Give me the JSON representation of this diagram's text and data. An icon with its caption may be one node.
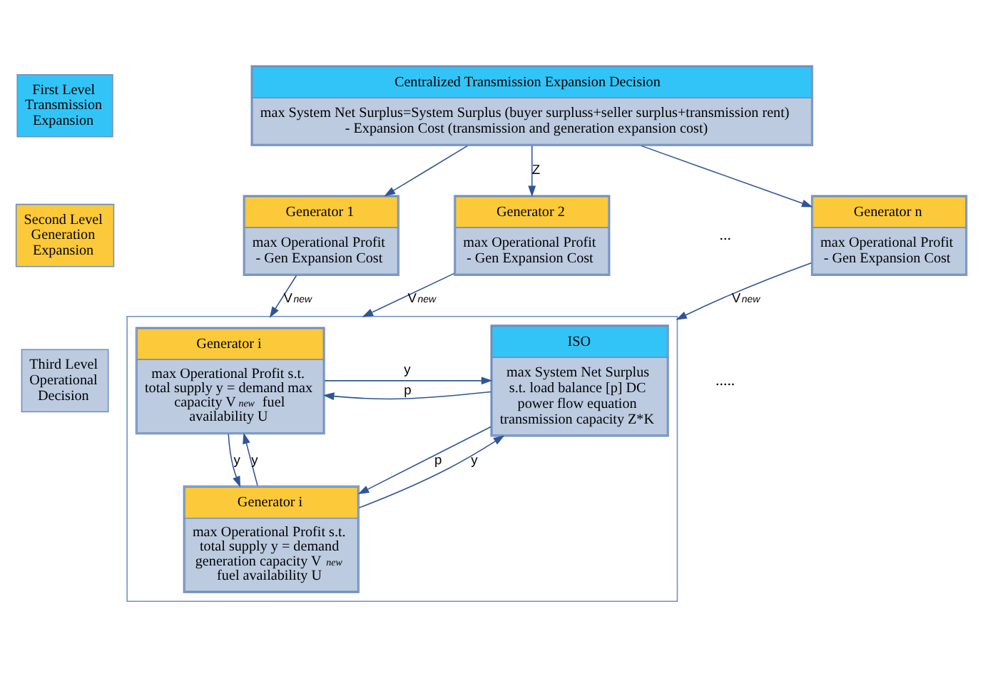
{
  "diagram": {
    "nodes": [
      {
        "text": [
          "First Level Transmission Expansion"
        ]
      },
      {
        "text": [
          "Second Level Generation Expansion"
        ]
      },
      {
        "text": [
          "Third Level Operational Decision"
        ]
      },
      {
        "text": [
          "Centralized Transmission Expansion Decision",
          "max System Net Surplus=System Surplus (buyer surpluss+seller surplus+transmission rent) - Expansion Cost (transmission and generation expansion cost)"
        ]
      },
      {
        "text": [
          "Generator 1",
          "max Operational Profit - Gen Expansion Cost"
        ]
      },
      {
        "text": [
          "Generator 2",
          "max Operational Profit - Gen Expansion Cost"
        ]
      },
      {
        "text": [
          "Generator n",
          "max Operational Profit - Gen Expansion Cost"
        ]
      },
      {
        "text": [],
        "shape": "box"
      },
      {
        "text": [
          "Generator i",
          "max Operational Profit s.t. total supply y = demand max capacity V$^{new}$ fuel availability U"
        ],
        "in": 7
      },
      {
        "text": [
          "ISO",
          "max System Net Surplus s.t. load balance [p] DC power flow equation transmission capacity Z*K"
        ],
        "in": 7
      },
      {
        "text": [
          "Generator i",
          "max Operational Profit s.t. total supply y = demand generation capacity V$^{new}$ fuel availability U"
        ],
        "in": 7
      }
    ],
    "edges": [
      {
        "from": 3,
        "to": 4,
        "arrow": "to"
      },
      {
        "from": 3,
        "to": 5,
        "arrow": "to",
        "label": "Z"
      },
      {
        "from": 3,
        "to": 6,
        "arrow": "to"
      },
      {
        "from": 4,
        "to": 7,
        "arrow": "to",
        "label": "V$^{new}$"
      },
      {
        "from": 5,
        "to": 7,
        "arrow": "to",
        "label": "V$^{new}$"
      },
      {
        "from": 6,
        "to": 7,
        "arrow": "to",
        "label": "V$^{new}$"
      },
      {
        "from": 8,
        "to": 9,
        "arrow": "to",
        "label": "y"
      },
      {
        "from": 9,
        "to": 8,
        "arrow": "to",
        "label": "p"
      },
      {
        "from": 8,
        "to": 10,
        "arrow": "to",
        "label": "y"
      },
      {
        "from": 10,
        "to": 8,
        "arrow": "to",
        "label": "y"
      },
      {
        "from": 9,
        "to": 10,
        "arrow": "to",
        "label": "p"
      },
      {
        "from": 10,
        "to": 9,
        "arrow": "to",
        "label": "y"
      }
    ],
    "labels": [
      "...",
      "....."
    ]
  }
}
